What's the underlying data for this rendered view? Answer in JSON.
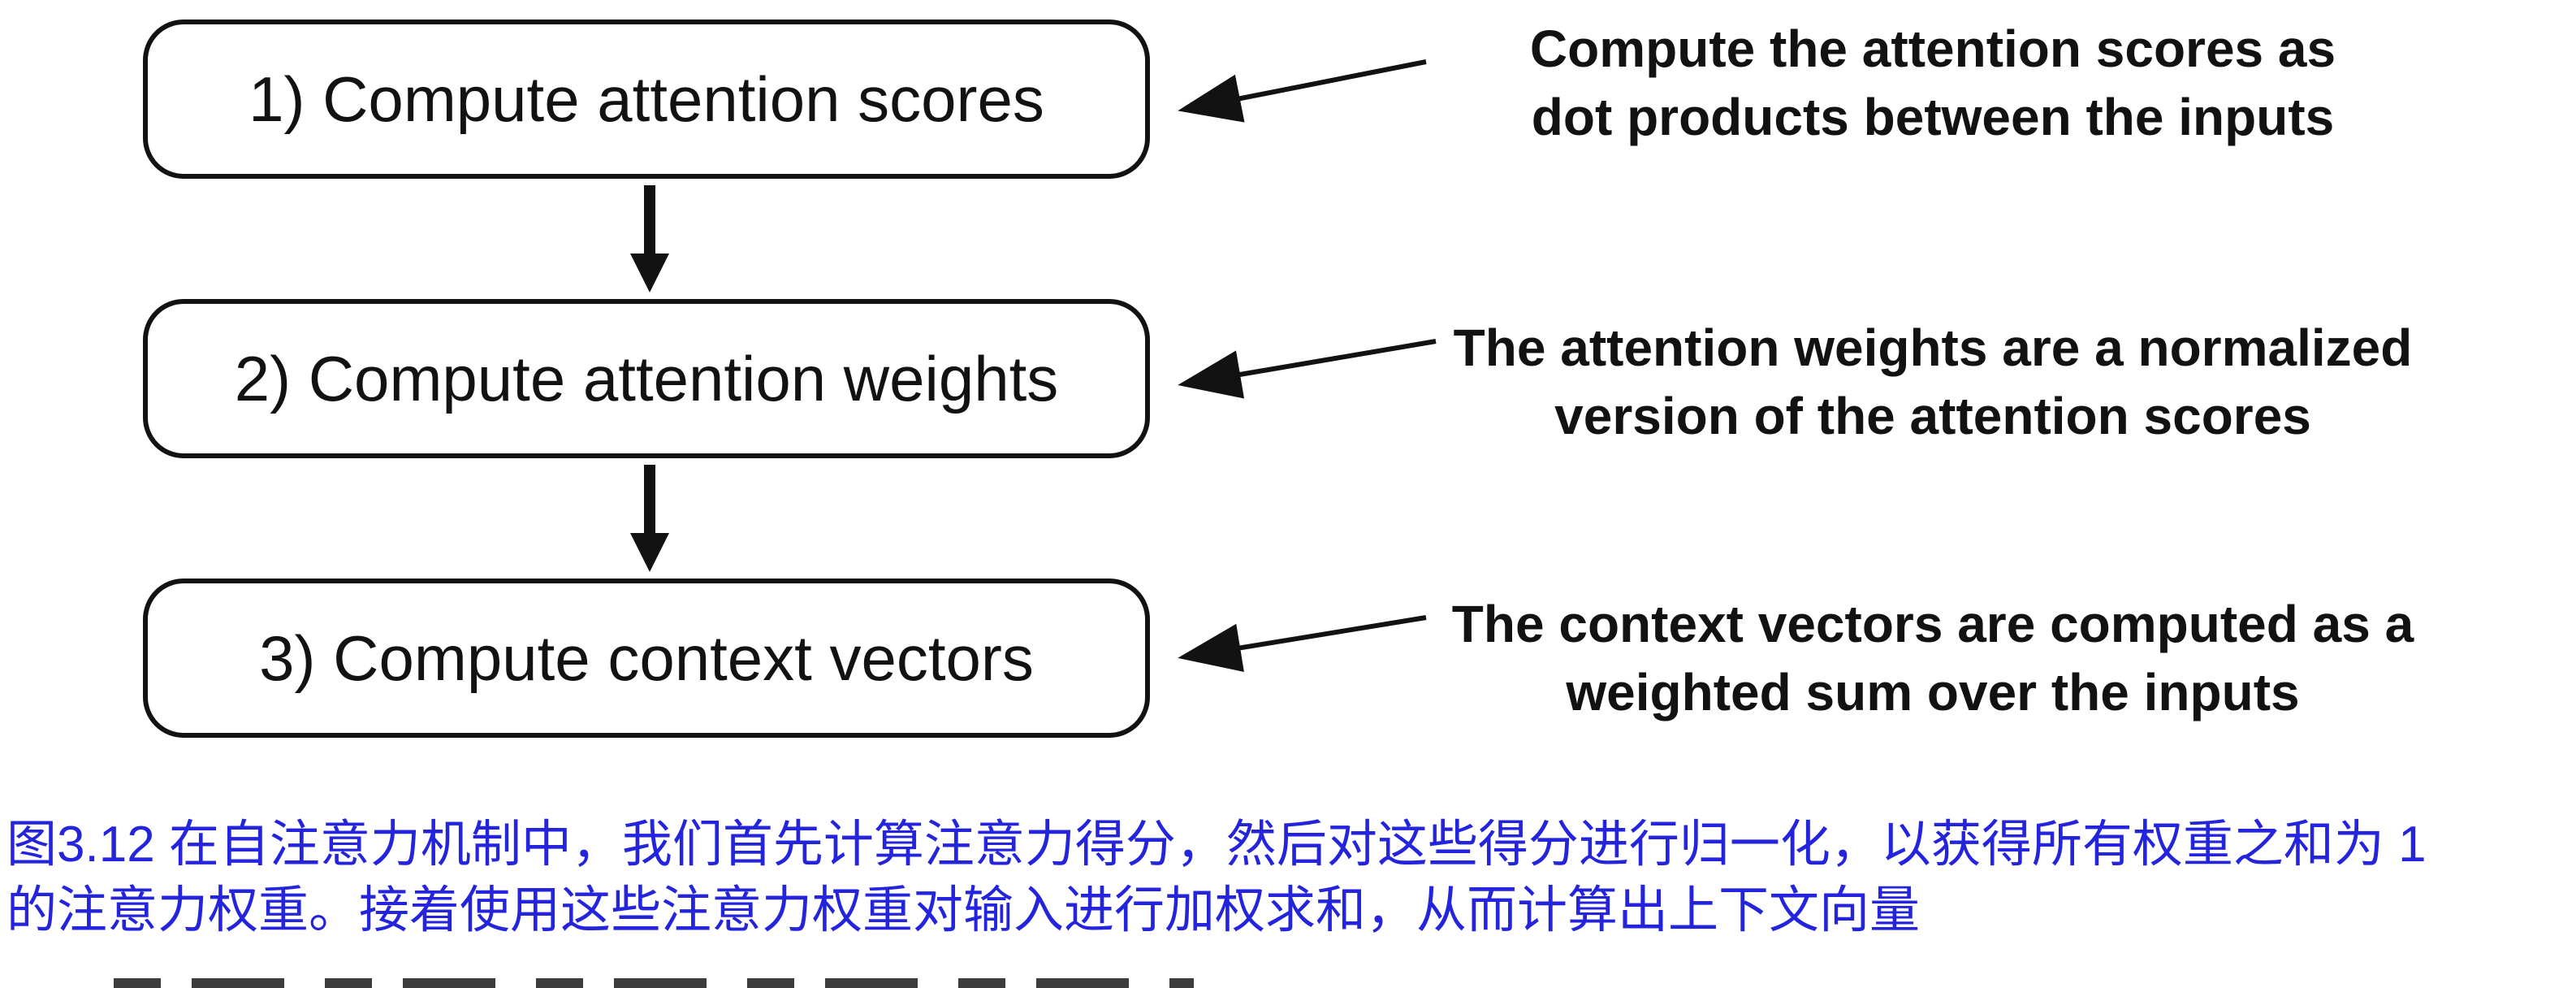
{
  "diagram": {
    "steps": [
      {
        "label": "1) Compute attention scores",
        "annotation_line1": "Compute the attention scores as",
        "annotation_line2": "dot products between the inputs"
      },
      {
        "label": "2) Compute attention weights",
        "annotation_line1": "The attention weights are a normalized",
        "annotation_line2": "version of the attention scores"
      },
      {
        "label": "3) Compute context vectors",
        "annotation_line1": "The context vectors are computed as a",
        "annotation_line2": "weighted sum over the inputs"
      }
    ]
  },
  "caption": {
    "line1": "图3.12 在自注意力机制中，我们首先计算注意力得分，然后对这些得分进行归一化，以获得所有权重之和为 1",
    "line2": "的注意力权重。接着使用这些注意力权重对输入进行加权求和，从而计算出上下文向量"
  },
  "colors": {
    "caption_blue": "#2424dd",
    "ink_black": "#121212",
    "background": "#ffffff"
  }
}
